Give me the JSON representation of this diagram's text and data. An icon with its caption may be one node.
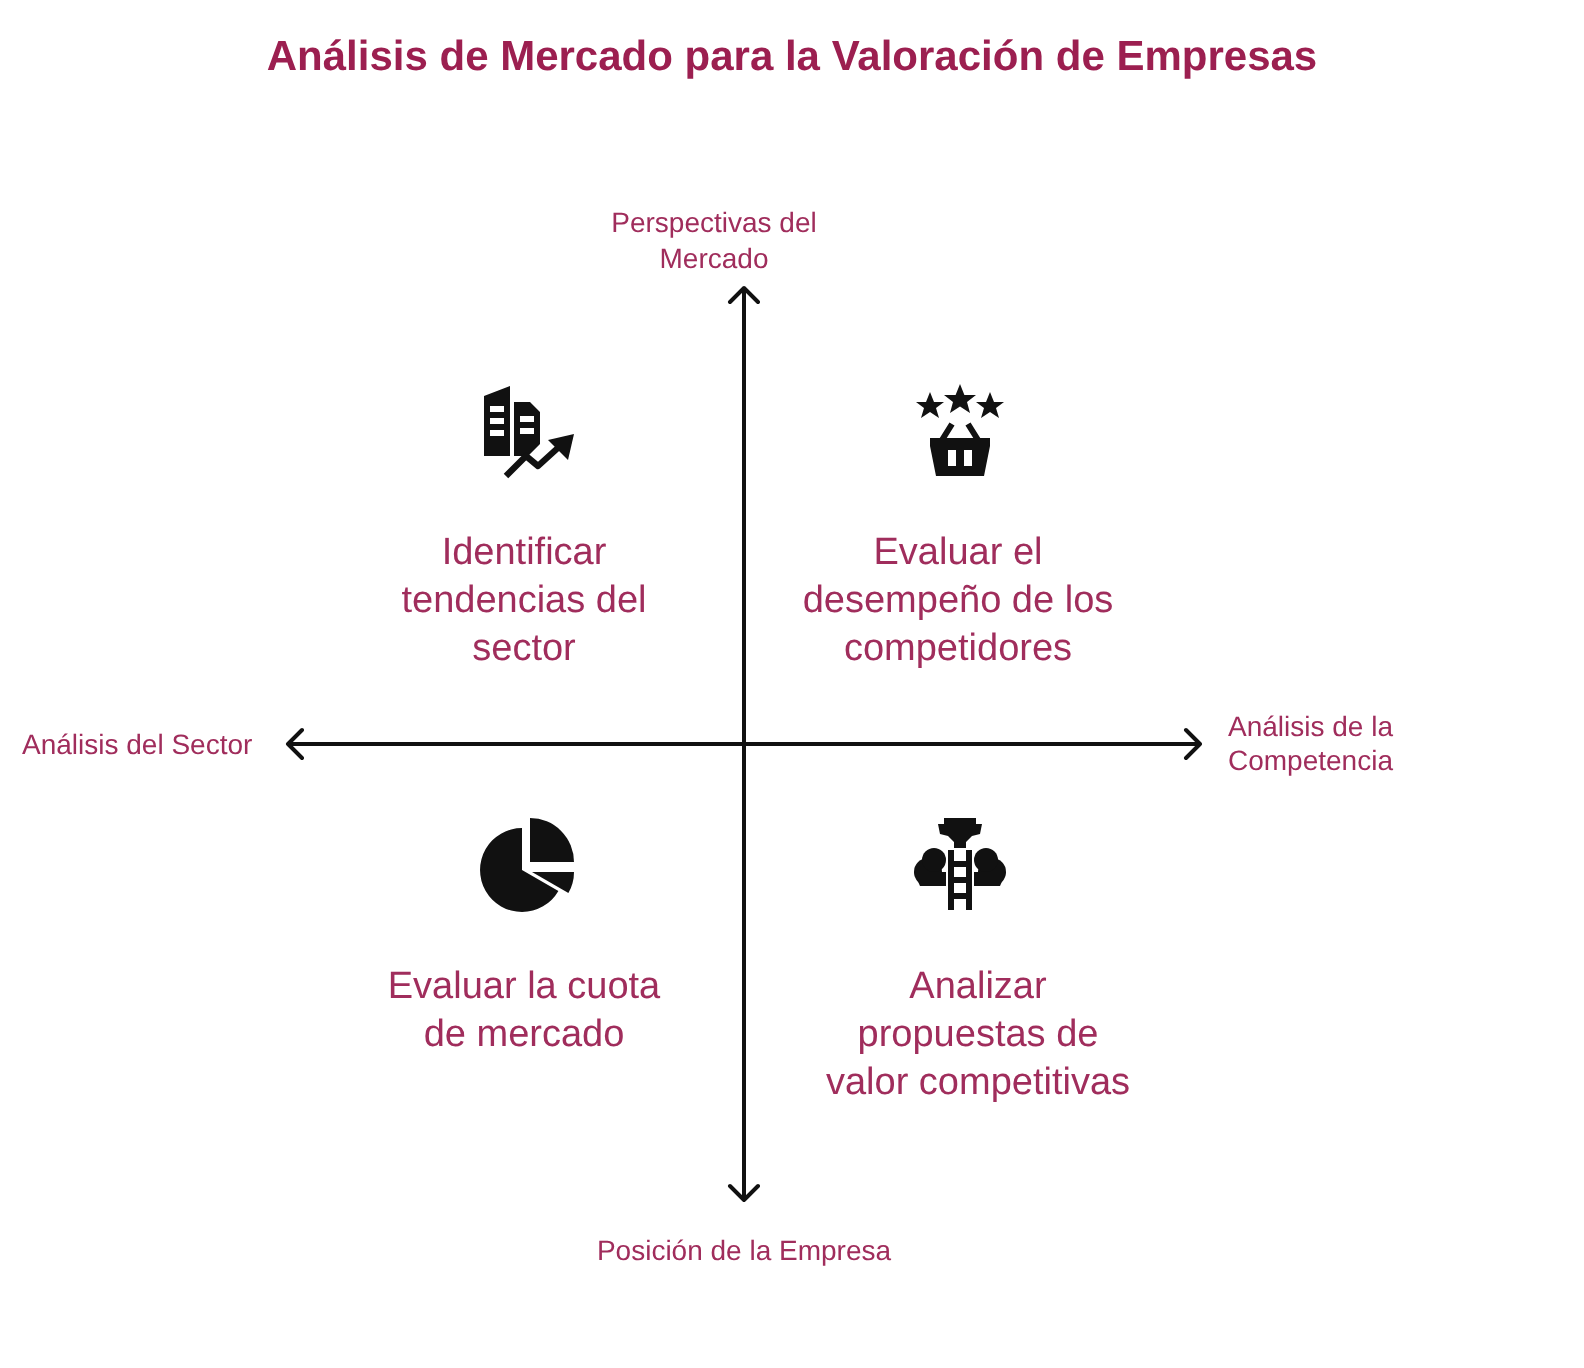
{
  "diagram": {
    "title": "Análisis de Mercado para la Valoración de Empresas",
    "labels": [
      "Perspectivas del Mercado",
      "Identificar tendencias del sector",
      "Evaluar el desempeño de los competidores",
      "Análisis del Sector",
      "Análisis de la Competencia",
      "Evaluar la cuota de mercado",
      "Analizar propuestas de valor competitivas",
      "Posición de la Empresa"
    ]
  }
}
